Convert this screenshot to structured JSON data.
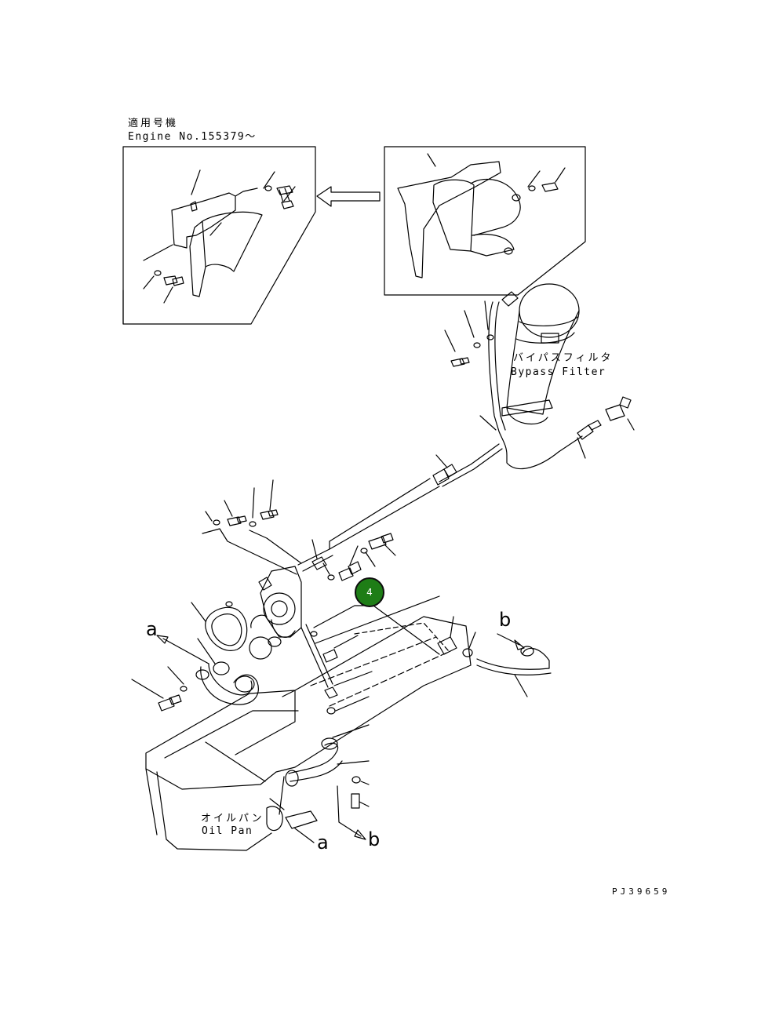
{
  "header": {
    "applicability_jp": "適用号機",
    "engine_number": "Engine No.155379〜"
  },
  "labels": {
    "bypass_filter_jp": "バイパスフィルタ",
    "bypass_filter_en": "Bypass Filter",
    "oil_pan_jp": "オイルパン",
    "oil_pan_en": "Oil Pan",
    "ref_a_top": "a",
    "ref_b_top": "b",
    "ref_a_bottom": "a",
    "ref_b_bottom": "b"
  },
  "callout": {
    "number": "4",
    "color": "#1e7d16"
  },
  "footer": {
    "drawing_code": "PJ39659"
  }
}
